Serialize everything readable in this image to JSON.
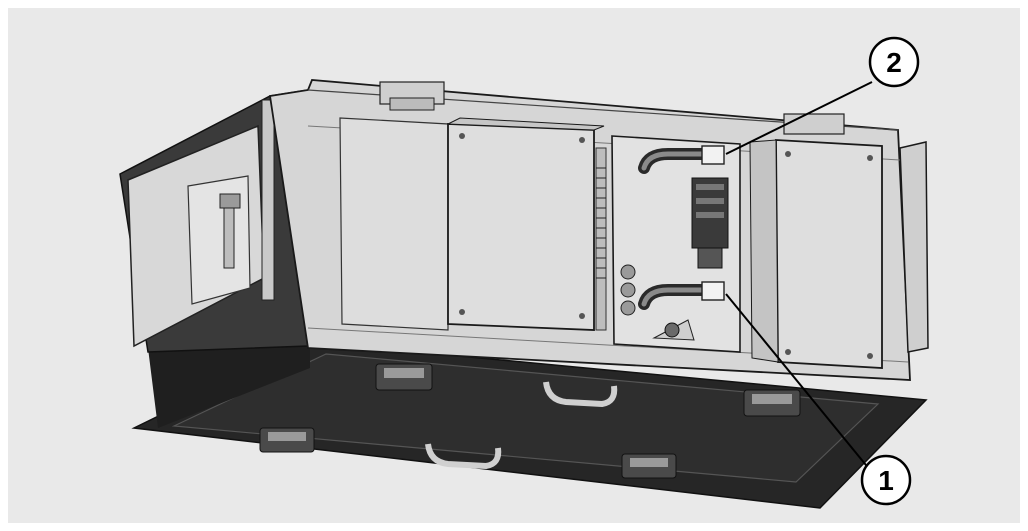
{
  "colors": {
    "background": "#e9e9e9",
    "casing": "#d6d6d6",
    "casing_light": "#e2e2e2",
    "panel": "#dcdcdc",
    "dark": "#262626",
    "outline": "#1a1a1a"
  },
  "callouts": [
    {
      "id": "callout-1",
      "label": "1"
    },
    {
      "id": "callout-2",
      "label": "2"
    }
  ]
}
